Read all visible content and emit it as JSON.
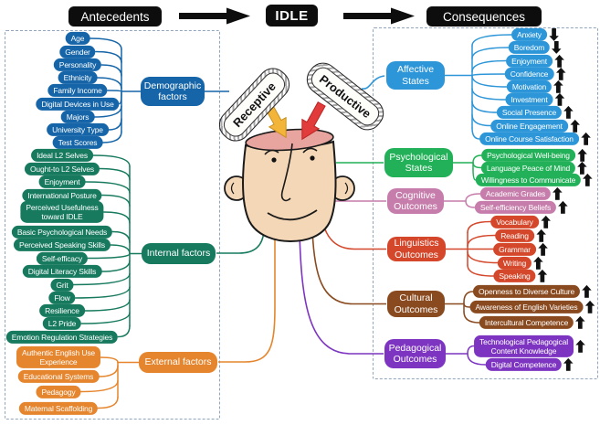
{
  "header": {
    "antecedents": "Antecedents",
    "idle": "IDLE",
    "consequences": "Consequences"
  },
  "pills": {
    "receptive": "Receptive",
    "productive": "Productive"
  },
  "antecedents_groups": [
    {
      "id": "demographic",
      "hub": "Demographic\nfactors",
      "color": "#1565a8",
      "items": [
        {
          "label": "Age"
        },
        {
          "label": "Gender"
        },
        {
          "label": "Personality"
        },
        {
          "label": "Ethnicity"
        },
        {
          "label": "Family Income"
        },
        {
          "label": "Digital Devices in Use"
        },
        {
          "label": "Majors"
        },
        {
          "label": "University Type"
        },
        {
          "label": "Test Scores"
        }
      ]
    },
    {
      "id": "internal",
      "hub": "Internal factors",
      "color": "#177a5e",
      "items": [
        {
          "label": "Ideal L2 Selves"
        },
        {
          "label": "Ought-to L2 Selves"
        },
        {
          "label": "Enjoyment"
        },
        {
          "label": "International Posture"
        },
        {
          "label": "Perceived Usefulness\ntoward IDLE"
        },
        {
          "label": "Basic Psychological Needs"
        },
        {
          "label": "Perceived Speaking Skills"
        },
        {
          "label": "Self-efficacy"
        },
        {
          "label": "Digital Literacy Skills"
        },
        {
          "label": "Grit"
        },
        {
          "label": "Flow"
        },
        {
          "label": "Resilience"
        },
        {
          "label": "L2 Pride"
        },
        {
          "label": "Emotion Regulation Strategies"
        }
      ]
    },
    {
      "id": "external",
      "hub": "External factors",
      "color": "#e5852d",
      "items": [
        {
          "label": "Authentic English Use\nExperience"
        },
        {
          "label": "Educational Systems"
        },
        {
          "label": "Pedagogy"
        },
        {
          "label": "Maternal Scaffolding"
        }
      ]
    }
  ],
  "consequences_groups": [
    {
      "id": "affective",
      "hub": "Affective\nStates",
      "color": "#2d96d8",
      "items": [
        {
          "label": "Anxiety",
          "trend": "down"
        },
        {
          "label": "Boredom",
          "trend": "down"
        },
        {
          "label": "Enjoyment",
          "trend": "up"
        },
        {
          "label": "Confidence",
          "trend": "up"
        },
        {
          "label": "Motivation",
          "trend": "up"
        },
        {
          "label": "Investment",
          "trend": "up"
        },
        {
          "label": "Social Presence",
          "trend": "up"
        },
        {
          "label": "Online Engagement",
          "trend": "up"
        },
        {
          "label": "Online Course Satisfaction",
          "trend": "up"
        }
      ]
    },
    {
      "id": "psychological",
      "hub": "Psychological\nStates",
      "color": "#22b158",
      "items": [
        {
          "label": "Psychological Well-being",
          "trend": "up"
        },
        {
          "label": "Language Peace of Mind",
          "trend": "up"
        },
        {
          "label": "Willingness to Communicate",
          "trend": "up"
        }
      ]
    },
    {
      "id": "cognitive",
      "hub": "Cognitive\nOutcomes",
      "color": "#c67dab",
      "items": [
        {
          "label": "Academic Grades",
          "trend": "up"
        },
        {
          "label": "Self-efficiency Beliefs",
          "trend": "up"
        }
      ]
    },
    {
      "id": "linguistics",
      "hub": "Linguistics\nOutcomes",
      "color": "#d4472a",
      "items": [
        {
          "label": "Vocabulary",
          "trend": "up"
        },
        {
          "label": "Reading",
          "trend": "up"
        },
        {
          "label": "Grammar",
          "trend": "up"
        },
        {
          "label": "Writing",
          "trend": "up"
        },
        {
          "label": "Speaking",
          "trend": "up"
        }
      ]
    },
    {
      "id": "cultural",
      "hub": "Cultural\nOutcomes",
      "color": "#8a4a1f",
      "items": [
        {
          "label": "Openness to Diverse Culture",
          "trend": "up"
        },
        {
          "label": "Awareness of English Varieties",
          "trend": "up"
        },
        {
          "label": "Intercultural Competence",
          "trend": "up"
        }
      ]
    },
    {
      "id": "pedagogical",
      "hub": "Pedagogical\nOutcomes",
      "color": "#7d35c1",
      "items": [
        {
          "label": "Technological Pedagogical\nContent Knowledge",
          "trend": "up"
        },
        {
          "label": "Digital Competence",
          "trend": "up"
        }
      ]
    }
  ]
}
